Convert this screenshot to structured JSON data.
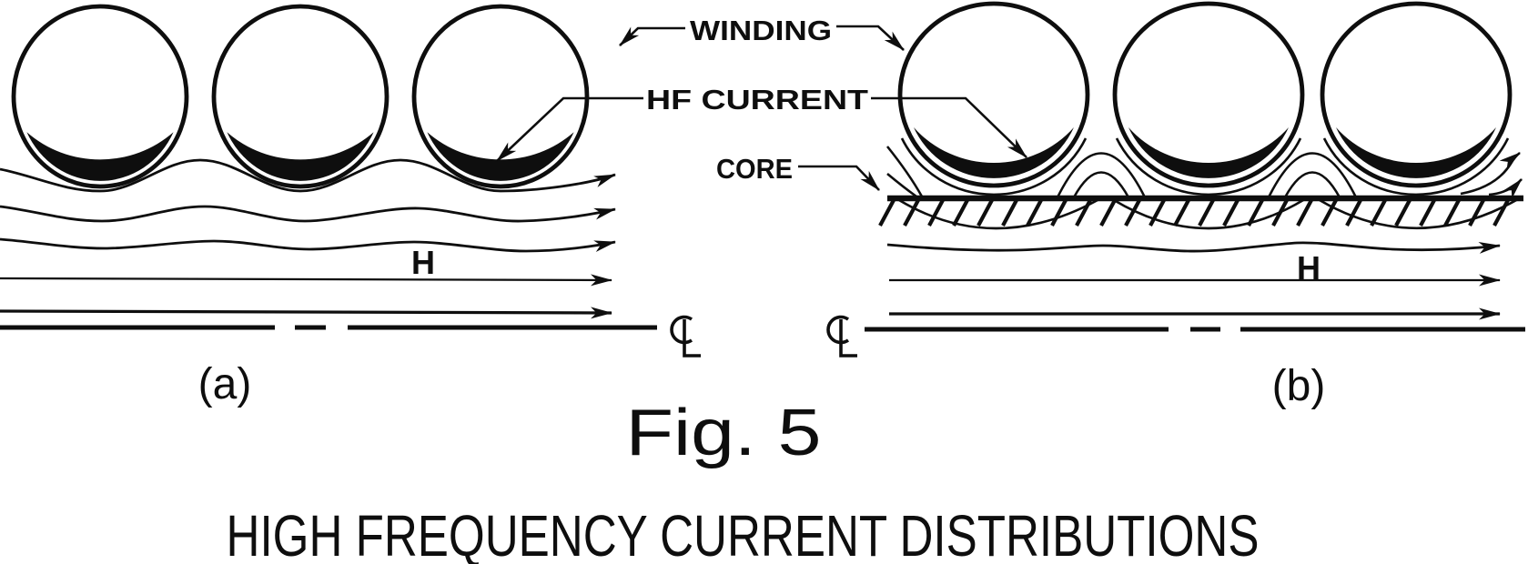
{
  "figure": {
    "colors": {
      "ink": "#0e0e0e",
      "background": "#ffffff"
    },
    "annotations": {
      "winding": "WINDING",
      "hf_current": "HF CURRENT",
      "core": "CORE"
    },
    "subfigure_a": {
      "label": "(a)",
      "field_label": "H",
      "winding_turns": 3,
      "centerline_symbol": "℄",
      "has_core": false
    },
    "subfigure_b": {
      "label": "(b)",
      "field_label": "H",
      "winding_turns": 3,
      "centerline_symbol": "℄",
      "has_core": true
    },
    "figure_label": "Fig. 5",
    "caption": "HIGH FREQUENCY CURRENT DISTRIBUTIONS"
  }
}
